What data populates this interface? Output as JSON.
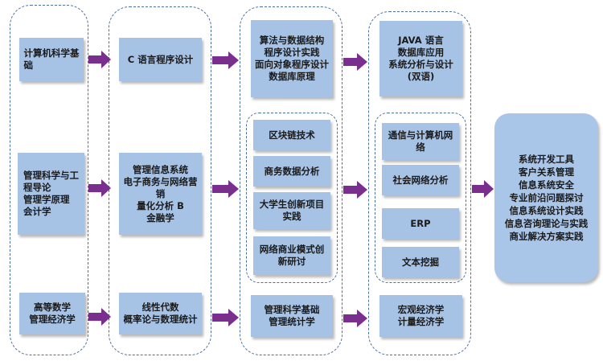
{
  "colors": {
    "box": "#a6c3e6",
    "frame": "#4a6fa5",
    "arrow": "#7a2f8f"
  },
  "col1": {
    "box1": "计算机科学基\n础",
    "box2": "管理科学与工\n程导论\n管理学原理\n会计学",
    "box3": "高等数学\n管理经济学"
  },
  "col2": {
    "box1": "C 语言程序设计",
    "box2": "管理信息系统\n电子商务与网络营销\n量化分析 B\n金融学",
    "box3": "线性代数\n概率论与数理统计"
  },
  "col3": {
    "box1": "算法与数据结构\n程序设计实践\n面向对象程序设计\n数据库原理",
    "box2": "区块链技术",
    "box3": "商务数据分析",
    "box4": "大学生创新项目\n实践",
    "box5": "网络商业模式创\n新研讨",
    "box6": "管理科学基础\n管理统计学"
  },
  "col4": {
    "box1": "JAVA 语言\n数据库应用\n系统分析与设计\n(双语)",
    "box2": "通信与计算机网\n络",
    "box3": "社会网络分析",
    "box4": "ERP",
    "box5": "文本挖掘",
    "box6": "宏观经济学\n计量经济学"
  },
  "final": {
    "text": "系统开发工具\n客户关系管理\n信息系统安全\n专业前沿问题探讨\n信息系统设计实践\n信息咨询理论与实践\n商业解决方案实践"
  }
}
